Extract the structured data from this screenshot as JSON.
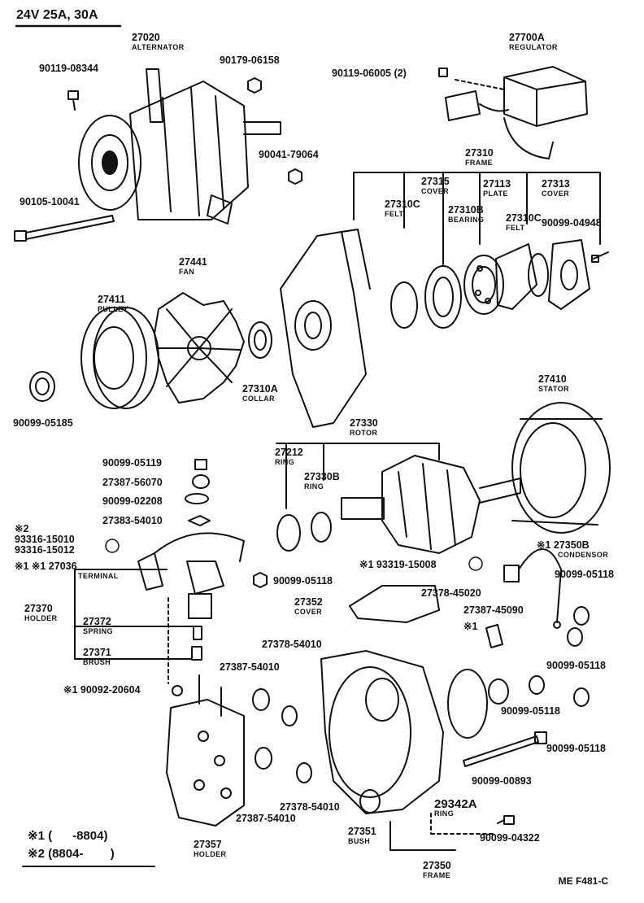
{
  "title": "24V  25A, 30A",
  "doc_code": "ME  F481-C",
  "legend": [
    {
      "mark": "※1",
      "range": "(      -8804)"
    },
    {
      "mark": "※2",
      "range": "(8804-        )"
    }
  ],
  "parts": {
    "p27020": {
      "number": "27020",
      "name": "ALTERNATOR"
    },
    "p90119_08344": {
      "number": "90119-08344",
      "name": ""
    },
    "p90179_06158": {
      "number": "90179-06158",
      "name": ""
    },
    "p90041_79064": {
      "number": "90041-79064",
      "name": ""
    },
    "p90105_10041": {
      "number": "90105-10041",
      "name": ""
    },
    "p27700A": {
      "number": "27700A",
      "name": "REGULATOR"
    },
    "p90119_06005": {
      "number": "90119-06005 (2)",
      "name": ""
    },
    "p27310": {
      "number": "27310",
      "name": "FRAME"
    },
    "p27315": {
      "number": "27315",
      "name": "COVER"
    },
    "p27113": {
      "number": "27113",
      "name": "PLATE"
    },
    "p27313": {
      "number": "27313",
      "name": "COVER"
    },
    "p27310C_a": {
      "number": "27310C",
      "name": "FELT"
    },
    "p27310B": {
      "number": "27310B",
      "name": "BEARING"
    },
    "p27310C_b": {
      "number": "27310C",
      "name": "FELT"
    },
    "p90099_04948": {
      "number": "90099-04948",
      "name": ""
    },
    "p27441": {
      "number": "27441",
      "name": "FAN"
    },
    "p27411": {
      "number": "27411",
      "name": "PULLEY"
    },
    "p27310A": {
      "number": "27310A",
      "name": "COLLAR"
    },
    "p90099_05185": {
      "number": "90099-05185",
      "name": ""
    },
    "p27410": {
      "number": "27410",
      "name": "STATOR"
    },
    "p27330": {
      "number": "27330",
      "name": "ROTOR"
    },
    "p27212": {
      "number": "27212",
      "name": "RING"
    },
    "p27330B": {
      "number": "27330B",
      "name": "RING"
    },
    "p90099_05119": {
      "number": "90099-05119",
      "name": ""
    },
    "p27387_56070": {
      "number": "27387-56070",
      "name": ""
    },
    "p90099_02208": {
      "number": "90099-02208",
      "name": ""
    },
    "p27383_54010": {
      "number": "27383-54010",
      "name": ""
    },
    "p93316": {
      "number": "※2\n93316-15010\n93316-15012",
      "name": ""
    },
    "p27036": {
      "number": "※1 ※1 27036",
      "name": "TERMINAL"
    },
    "p27370": {
      "number": "27370",
      "name": "HOLDER"
    },
    "p27372": {
      "number": "27372",
      "name": "SPRING"
    },
    "p27371": {
      "number": "27371",
      "name": "BRUSH"
    },
    "p90099_05118_a": {
      "number": "90099-05118",
      "name": ""
    },
    "p27350B": {
      "number": "※1 27350B",
      "name": "CONDENSOR"
    },
    "p93319": {
      "number": "※1 93319-15008",
      "name": ""
    },
    "p27352": {
      "number": "27352",
      "name": "COVER"
    },
    "p27378_45020": {
      "number": "27378-45020",
      "name": ""
    },
    "p27387_45090": {
      "number": "27387-45090",
      "name": ""
    },
    "p27387_45090_mark": {
      "number": "※1",
      "name": ""
    },
    "p90099_05118_b": {
      "number": "90099-05118",
      "name": ""
    },
    "p90099_05118_c": {
      "number": "90099-05118",
      "name": ""
    },
    "p90099_05118_d": {
      "number": "90099-05118",
      "name": ""
    },
    "p90099_05118_e": {
      "number": "90099-05118",
      "name": ""
    },
    "p90092_20604": {
      "number": "※1 90092-20604",
      "name": ""
    },
    "p27378_54010_a": {
      "number": "27378-54010",
      "name": ""
    },
    "p27387_54010_a": {
      "number": "27387-54010",
      "name": ""
    },
    "p27387_54010_b": {
      "number": "27387-54010",
      "name": ""
    },
    "p27378_54010_b": {
      "number": "27378-54010",
      "name": ""
    },
    "p90099_00893": {
      "number": "90099-00893",
      "name": ""
    },
    "p29342A": {
      "number": "29342A",
      "name": "RING"
    },
    "p90099_04322": {
      "number": "90099-04322",
      "name": ""
    },
    "p27357": {
      "number": "27357",
      "name": "HOLDER"
    },
    "p27351": {
      "number": "27351",
      "name": "BUSH"
    },
    "p27350": {
      "number": "27350",
      "name": "FRAME"
    }
  }
}
